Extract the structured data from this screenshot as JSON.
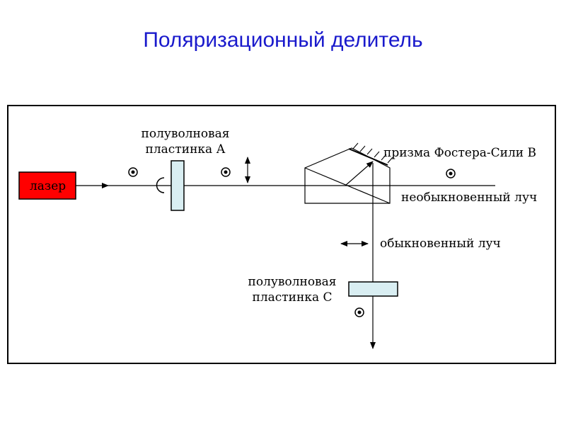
{
  "title": "Поляризационный делитель",
  "labels": {
    "laser": "лазер",
    "halfwave_a_line1": "полуволновая",
    "halfwave_a_line2": "пластинка А",
    "prism": "призма Фостера-Сили В",
    "extraordinary_beam": "необыкновенный луч",
    "ordinary_beam": "обыкновенный луч",
    "halfwave_c_line1": "полуволновая",
    "halfwave_c_line2": "пластинка С"
  },
  "colors": {
    "title": "#1a1acc",
    "laser_fill": "#ff0000",
    "plate_fill": "#d9eef2",
    "line": "#000000"
  }
}
